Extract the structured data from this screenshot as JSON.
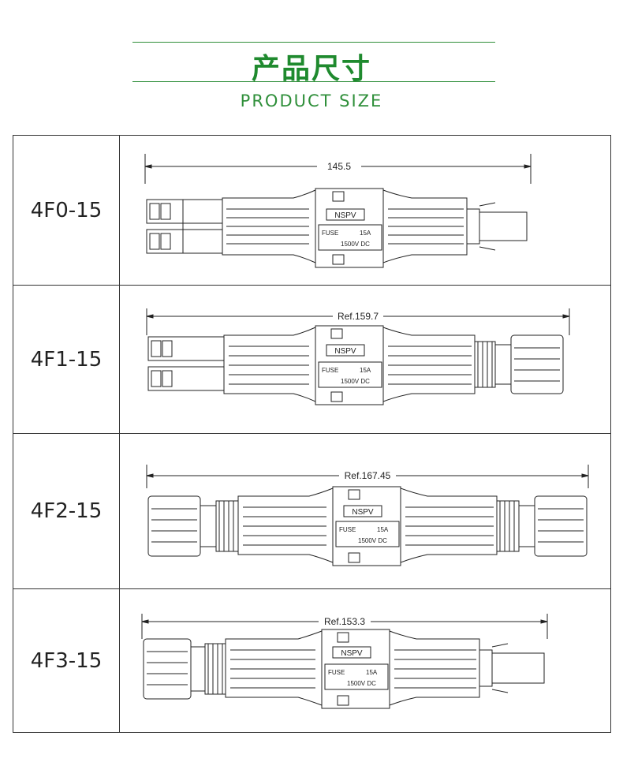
{
  "header": {
    "title_cn": "产品尺寸",
    "title_en": "PRODUCT SIZE"
  },
  "rows": [
    {
      "model": "4F0-15",
      "dimension": "145.5",
      "brand": "NSPV",
      "fuse_label": "FUSE",
      "fuse_current": "15A",
      "fuse_voltage": "1500V DC"
    },
    {
      "model": "4F1-15",
      "dimension": "Ref.159.7",
      "brand": "NSPV",
      "fuse_label": "FUSE",
      "fuse_current": "15A",
      "fuse_voltage": "1500V DC"
    },
    {
      "model": "4F2-15",
      "dimension": "Ref.167.45",
      "brand": "NSPV",
      "fuse_label": "FUSE",
      "fuse_current": "15A",
      "fuse_voltage": "1500V DC"
    },
    {
      "model": "4F3-15",
      "dimension": "Ref.153.3",
      "brand": "NSPV",
      "fuse_label": "FUSE",
      "fuse_current": "15A",
      "fuse_voltage": "1500V DC"
    }
  ],
  "colors": {
    "accent": "#1f8a2e",
    "line": "#333333"
  }
}
